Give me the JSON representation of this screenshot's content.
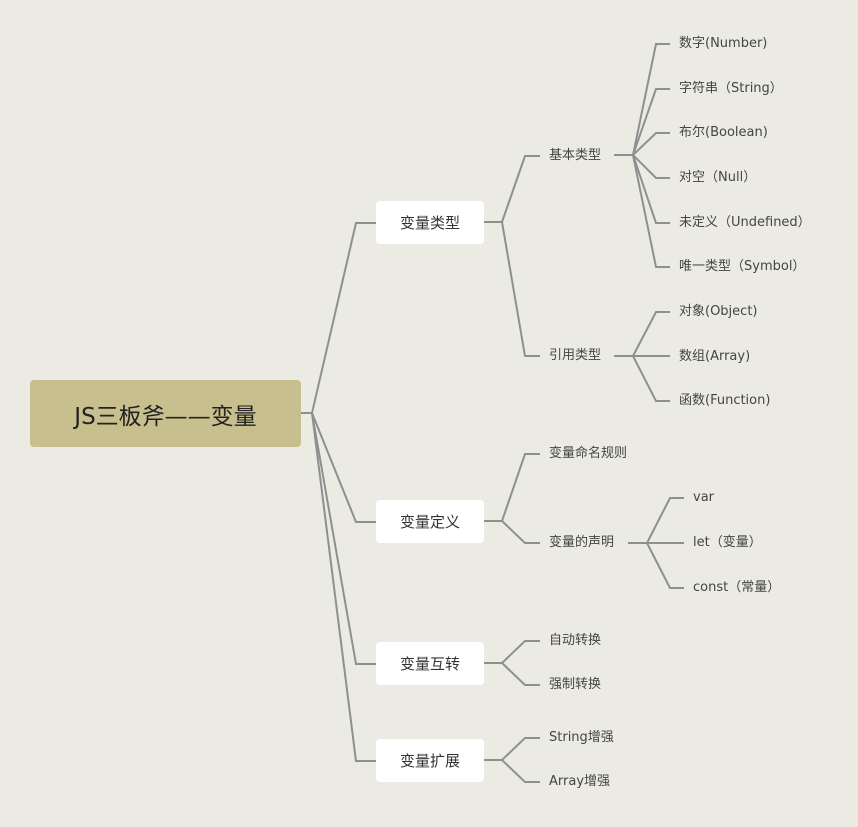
{
  "root": {
    "label": "JS三板斧——变量",
    "color": "#c8bf8e"
  },
  "branches": [
    {
      "label": "变量类型",
      "children": [
        {
          "label": "基本类型",
          "children": [
            "数字(Number)",
            "字符串（String）",
            "布尔(Boolean)",
            "对空（Null）",
            "未定义（Undefined）",
            "唯一类型（Symbol）"
          ]
        },
        {
          "label": "引用类型",
          "children": [
            "对象(Object)",
            "数组(Array)",
            "函数(Function)"
          ]
        }
      ]
    },
    {
      "label": "变量定义",
      "children": [
        {
          "label": "变量命名规则",
          "children": []
        },
        {
          "label": "变量的声明",
          "children": [
            "var",
            "let（变量）",
            "const（常量）"
          ]
        }
      ]
    },
    {
      "label": "变量互转",
      "children": [
        {
          "label": "自动转换",
          "children": []
        },
        {
          "label": "强制转换",
          "children": []
        }
      ]
    },
    {
      "label": "变量扩展",
      "children": [
        {
          "label": "String增强",
          "children": []
        },
        {
          "label": "Array增强",
          "children": []
        }
      ]
    }
  ],
  "colors": {
    "background": "#ebebe4",
    "line": "#8c9190",
    "node": "#ffffff"
  }
}
